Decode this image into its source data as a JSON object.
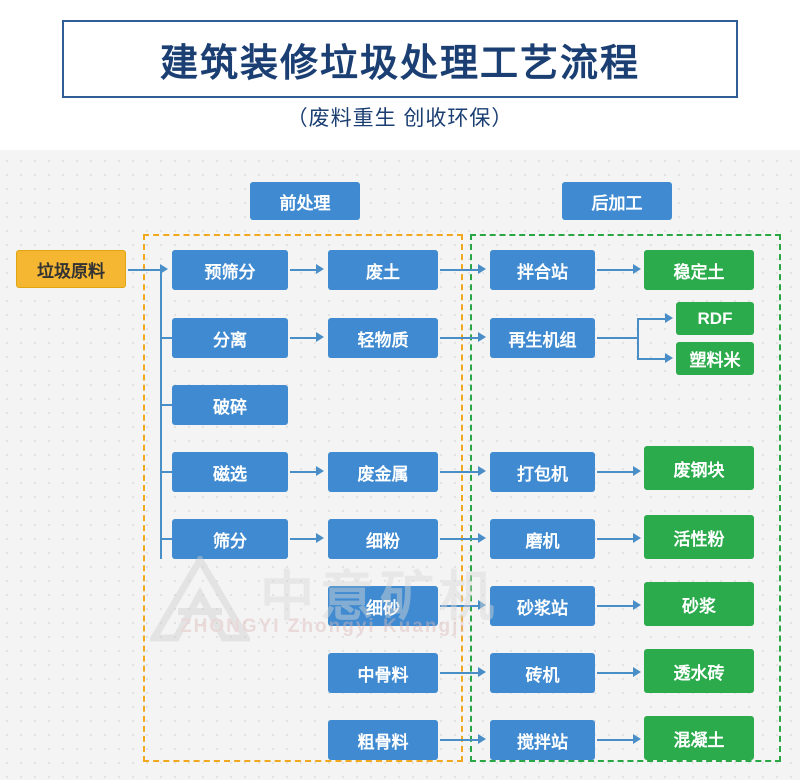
{
  "header": {
    "title": "建筑装修垃圾处理工艺流程",
    "subtitle": "（废料重生  创收环保）"
  },
  "phases": [
    {
      "label": "前处理"
    },
    {
      "label": "后加工"
    }
  ],
  "source": {
    "label": "垃圾原料"
  },
  "nodes": {
    "pre_equipment": [
      {
        "label": "预筛分"
      },
      {
        "label": "分离"
      },
      {
        "label": "破碎"
      },
      {
        "label": "磁选"
      },
      {
        "label": "筛分"
      }
    ],
    "pre_output": [
      {
        "label": "废土"
      },
      {
        "label": "轻物质"
      },
      {
        "label": "废金属"
      },
      {
        "label": "细粉"
      },
      {
        "label": "细砂"
      },
      {
        "label": "中骨料"
      },
      {
        "label": "粗骨料"
      }
    ],
    "post_equipment": [
      {
        "label": "拌合站"
      },
      {
        "label": "再生机组"
      },
      {
        "label": "打包机"
      },
      {
        "label": "磨机"
      },
      {
        "label": "砂浆站"
      },
      {
        "label": "砖机"
      },
      {
        "label": "搅拌站"
      }
    ],
    "post_product": [
      {
        "label": "稳定土"
      },
      {
        "label": "RDF"
      },
      {
        "label": "塑料米"
      },
      {
        "label": "废钢块"
      },
      {
        "label": "活性粉"
      },
      {
        "label": "砂浆"
      },
      {
        "label": "透水砖"
      },
      {
        "label": "混凝土"
      }
    ]
  },
  "watermark": {
    "brand_cn": "中意矿机",
    "brand_en": "ZHONGYI Zhongyi Kuangji"
  },
  "colors": {
    "title": "#1b3f73",
    "blue": "#3f8ad0",
    "green": "#2bab4c",
    "orange": "#f5b731",
    "zone_pre": "#f0a81e",
    "zone_post": "#29a745"
  }
}
